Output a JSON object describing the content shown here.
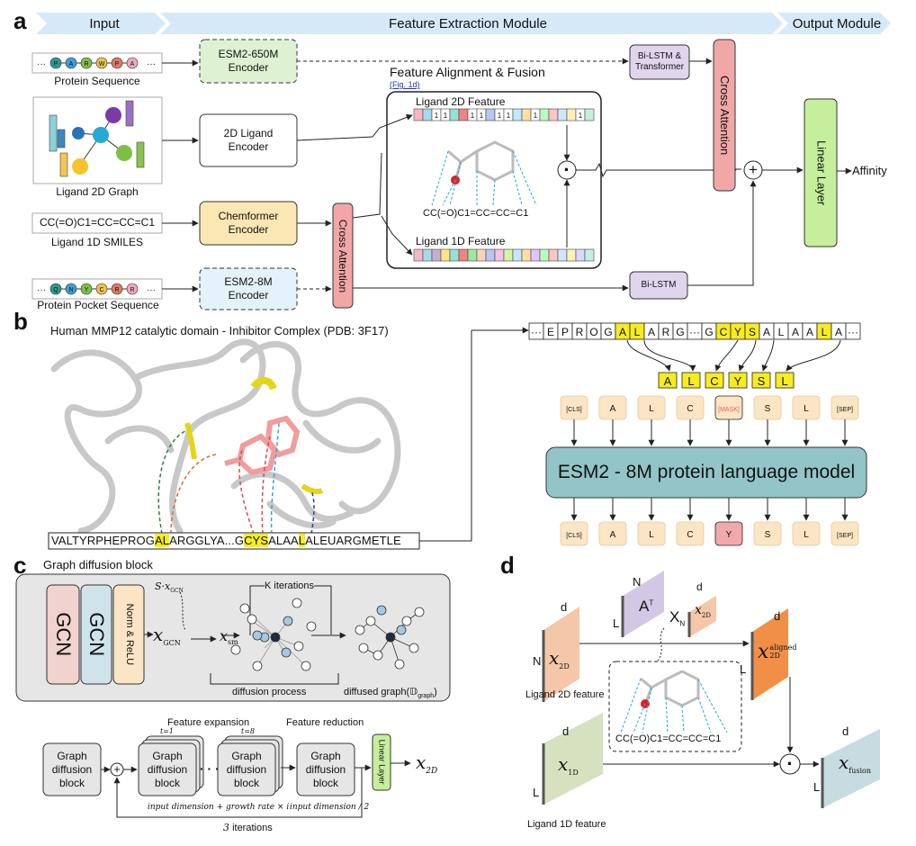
{
  "a": {
    "label": "a",
    "header": {
      "input": "Input",
      "feature": "Feature Extraction Module",
      "output": "Output Module"
    },
    "inputs": {
      "protein_sequence": "Protein Sequence",
      "ligand_2d_graph": "Ligand 2D Graph",
      "smiles_string": "CC(=O)C1=CC=CC=C1",
      "ligand_1d_smiles": "Ligand 1D SMILES",
      "pocket_sequence": "Protein Pocket Sequence"
    },
    "protein_residues": [
      "P",
      "A",
      "R",
      "W",
      "P",
      "A"
    ],
    "pocket_residues": [
      "Q",
      "N",
      "Y",
      "C",
      "R",
      "R"
    ],
    "encoders": {
      "esm650": "ESM2-650M\nEncoder",
      "ligand2d": "2D Ligand\nEncoder",
      "chemformer": "Chemformer\nEncoder",
      "esm8m": "ESM2-8M\nEncoder"
    },
    "fusion_title": "Feature Alignment & Fusion",
    "fig_ref": "(Fig. 1d)",
    "ligand_2d_feature": "Ligand 2D Feature",
    "ligand_1d_feature": "Ligand 1D Feature",
    "feature_ones": "1",
    "smiles_in_box": "CC(=O)C1=CC=CC=C1",
    "cross_attention": "Cross Attention",
    "bilstm_transformer": "Bi-LSTM &\nTransformer",
    "bilstm": "Bi-LSTM",
    "linear_layer": "Linear Layer",
    "affinity": "Affinity",
    "dot": "·",
    "plus": "+"
  },
  "b": {
    "label": "b",
    "title": "Human MMP12 catalytic domain - Inhibitor Complex (PDB: 3F17)",
    "sequence_parts": [
      "VALTYRPHEPROG",
      "AL",
      "ARGGLYA...G",
      "CYS",
      "ALAA",
      "L",
      "ALEUARGMETLE"
    ],
    "seq_cells": [
      "···",
      "E",
      "P",
      "R",
      "O",
      "G",
      "A",
      "L",
      "A",
      "R",
      "G",
      "···",
      "G",
      "C",
      "Y",
      "S",
      "A",
      "L",
      "A",
      "A",
      "L",
      "A",
      "···"
    ],
    "highlight_cells": [
      6,
      7,
      13,
      14,
      15,
      20
    ],
    "selected": [
      "A",
      "L",
      "C",
      "Y",
      "S",
      "L"
    ],
    "tokens_in": [
      "[CLS]",
      "A",
      "L",
      "C",
      "[MASK]",
      "S",
      "L",
      "[SEP]"
    ],
    "tokens_out": [
      "[CLS]",
      "A",
      "L",
      "C",
      "Y",
      "S",
      "L",
      "[SEP]"
    ],
    "esm_model": "ESM2 - 8M protein language model"
  },
  "c": {
    "label": "c",
    "title": "Graph diffusion block",
    "gcn": "GCN",
    "norm_relu": "Norm & ReLU",
    "x_gcn": "x",
    "x_gcn_sub": "GCN",
    "x_sm": "x",
    "x_sm_sub": "sm",
    "s_x": "S·x",
    "s_x_sub": "GCN",
    "k_iterations": "K iterations",
    "diffusion_process": "diffusion process",
    "diffused_graph": "diffused graph(𝔻",
    "diffused_graph_sub": "graph",
    "diffused_graph_end": ")",
    "gdb": "Graph\ndiffusion\nblock",
    "feature_expansion": "Feature expansion",
    "feature_reduction": "Feature reduction",
    "t1": "t=1",
    "t8": "t=8",
    "expansion_formula": "input dimension + growth rate × i",
    "reduction_formula": "input dimension / 2",
    "iterations3": "3",
    "iterations_word": "iterations",
    "linear_layer": "Linear Layer",
    "x2d": "x",
    "x2d_sub": "2D",
    "dots": "· · ·",
    "plus": "+"
  },
  "d": {
    "label": "d",
    "dim_d": "d",
    "dim_n": "N",
    "dim_l": "L",
    "x2d": "x",
    "x2d_sub": "2D",
    "x1d": "x",
    "x1d_sub": "1D",
    "a_t": "A",
    "a_t_sup": "T",
    "x_n": "X",
    "x_n_sub": "N",
    "aligned_sup": "aligned",
    "fusion_sub": "fusion",
    "ligand_2d_feature": "Ligand 2D feature",
    "ligand_1d_feature": "Ligand 1D feature",
    "smiles": "CC(=O)C1=CC=CC=C1",
    "dot": "·"
  },
  "colors": {
    "header": "#d6e9f8",
    "esm650": "#def2d3",
    "chemformer": "#fbe7b4",
    "esm8m": "#e3f2fb",
    "cross_att": "#f2a7a7",
    "bilstm": "#e1d5ee",
    "linear": "#c6ef9d",
    "esm_model": "#93c5c8",
    "highlight": "#f6ec1f",
    "token": "#fbe5c4",
    "mask": "#f2a9a9",
    "gcn1": "#f1d2cc",
    "gcn2": "#cfe4ea",
    "norm": "#fbe5c4",
    "panel_c": "#e6e6e6",
    "d_2d": "#f4c7a8",
    "d_at": "#d2c8e6",
    "d_aligned": "#f28f47",
    "d_1d": "#d6e1c0",
    "d_fusion": "#c6dce1"
  }
}
